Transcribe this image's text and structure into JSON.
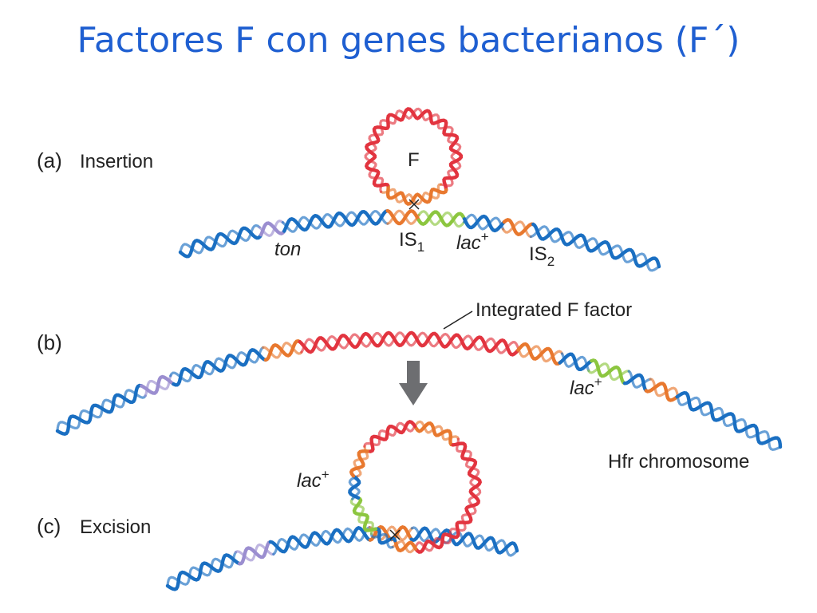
{
  "title": "Factores F con genes bacterianos (F´)",
  "colors": {
    "title": "#1f5fd1",
    "chromosome": "#1a6fc2",
    "f_factor": "#e2343f",
    "is_element": "#e8782e",
    "lac": "#8cc63f",
    "ton": "#9b8ed0",
    "arrow": "#6d6e71"
  },
  "panels": {
    "a": {
      "tag": "(a)",
      "caption": "Insertion",
      "f_label": "F",
      "ton": "ton",
      "is1": "IS",
      "is1_sub": "1",
      "lac": "lac",
      "lac_sup": "+",
      "is2": "IS",
      "is2_sub": "2"
    },
    "b": {
      "tag": "(b)",
      "integrated_label": "Integrated F factor",
      "lac": "lac",
      "lac_sup": "+",
      "hfr_label": "Hfr chromosome"
    },
    "c": {
      "tag": "(c)",
      "caption": "Excision",
      "lac": "lac",
      "lac_sup": "+"
    }
  }
}
